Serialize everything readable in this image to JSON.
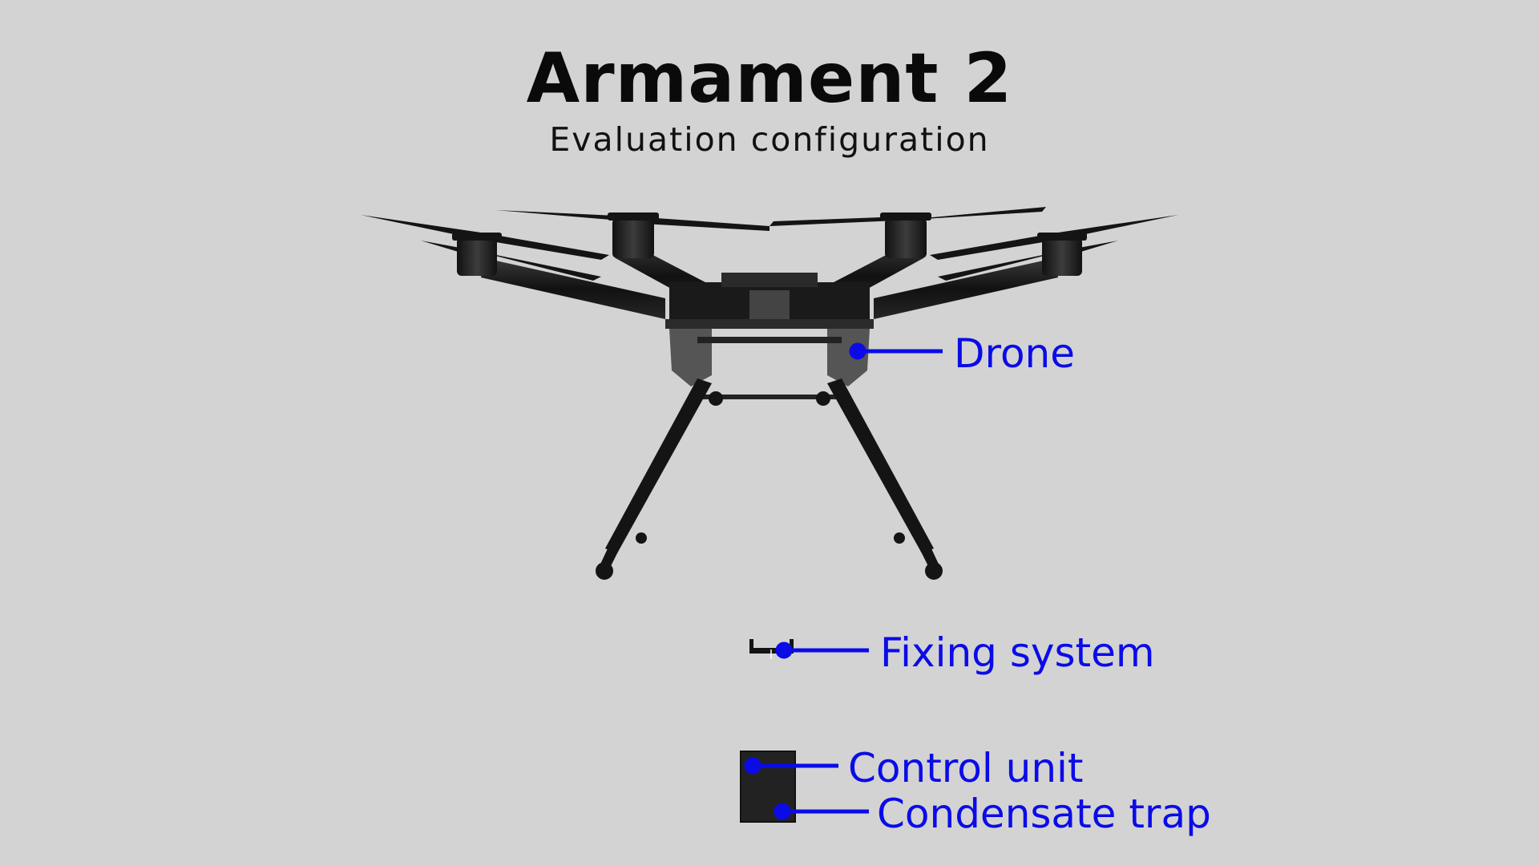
{
  "header": {
    "title": "Armament 2",
    "subtitle": "Evaluation configuration"
  },
  "callouts": [
    {
      "id": "drone",
      "label": "Drone"
    },
    {
      "id": "fixing",
      "label": "Fixing system"
    },
    {
      "id": "control",
      "label": "Control unit"
    },
    {
      "id": "condensate",
      "label": "Condensate trap"
    }
  ],
  "colors": {
    "background": "#d3d3d3",
    "callout": "#0b0be8",
    "hardware": "#141414"
  }
}
